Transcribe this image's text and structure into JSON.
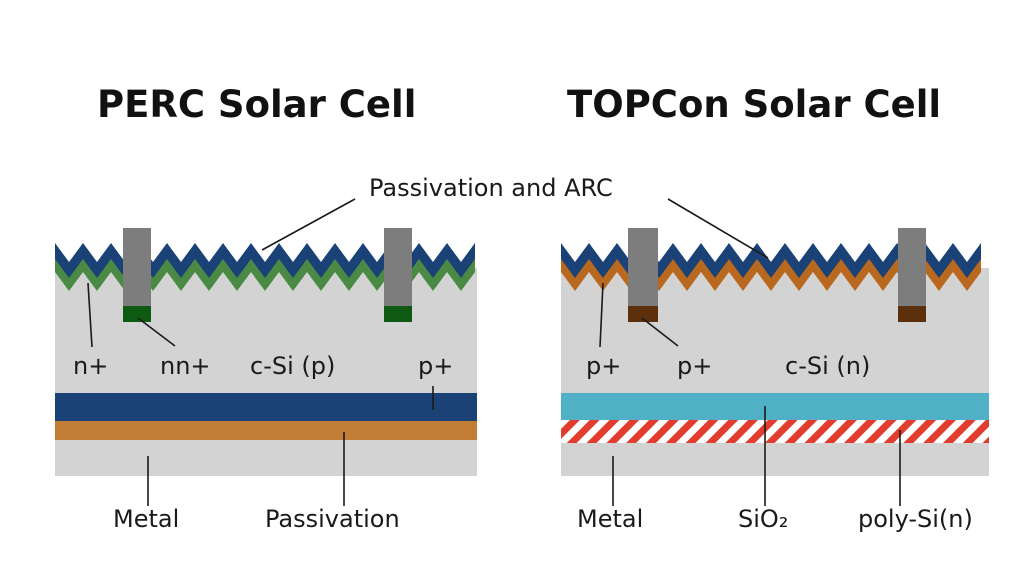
{
  "perc": {
    "title": "PERC Solar Cell",
    "labels": {
      "n_plus": "n+",
      "nn_plus": "nn+",
      "bulk": "c-Si (p)",
      "p_plus": "p+",
      "metal": "Metal",
      "passivation": "Passivation"
    }
  },
  "topcon": {
    "title": "TOPCon Solar Cell",
    "labels": {
      "p_plus_left": "p+",
      "p_plus_right": "p+",
      "bulk": "c-Si (n)",
      "metal": "Metal",
      "sio2": "SiO₂",
      "poly_si": "poly-Si(n)"
    }
  },
  "shared": {
    "passivation_arc": "Passivation and ARC"
  },
  "colors": {
    "arc_blue": "#1b4277",
    "perc_emitter_green": "#4a8a45",
    "topcon_emitter_orange": "#b8691f",
    "silicon_gray": "#d3d3d3",
    "contact_gray": "#7d7d7d",
    "perc_contact_tip": "#0f5a12",
    "topcon_contact_tip": "#5c300d",
    "perc_back_layer": "#1b4277",
    "perc_back_passivation": "#c17c35",
    "sio2_cyan": "#4fb0c6",
    "poly_stripe_red": "#e23c2f"
  }
}
